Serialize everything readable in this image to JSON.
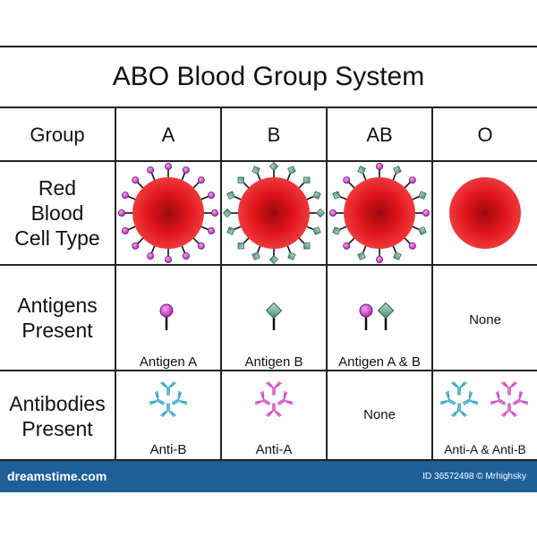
{
  "title": "ABO Blood Group System",
  "row_labels": {
    "group": "Group",
    "rbc_line1": "Red",
    "rbc_line2": "Blood",
    "rbc_line3": "Cell Type",
    "antigens_line1": "Antigens",
    "antigens_line2": "Present",
    "antibodies_line1": "Antibodies",
    "antibodies_line2": "Present"
  },
  "groups": [
    "A",
    "B",
    "AB",
    "O"
  ],
  "antigens": {
    "a": "Antigen A",
    "b": "Antigen B",
    "ab": "Antigen A & B",
    "o": "None"
  },
  "antibodies": {
    "a": "Anti-B",
    "b": "Anti-A",
    "ab": "None",
    "o": "Anti-A & Anti-B"
  },
  "colors": {
    "cell_red": "#e0141a",
    "antigen_a": "#b52fb8",
    "antigen_b": "#5e9c8a",
    "antibody_b": "#3ea7c7",
    "antibody_a": "#d24fc5",
    "footer": "#1e5f9a"
  },
  "footer": {
    "brand": "dreamstime.com",
    "credit": "ID 36572498 © Mrhighsky"
  }
}
